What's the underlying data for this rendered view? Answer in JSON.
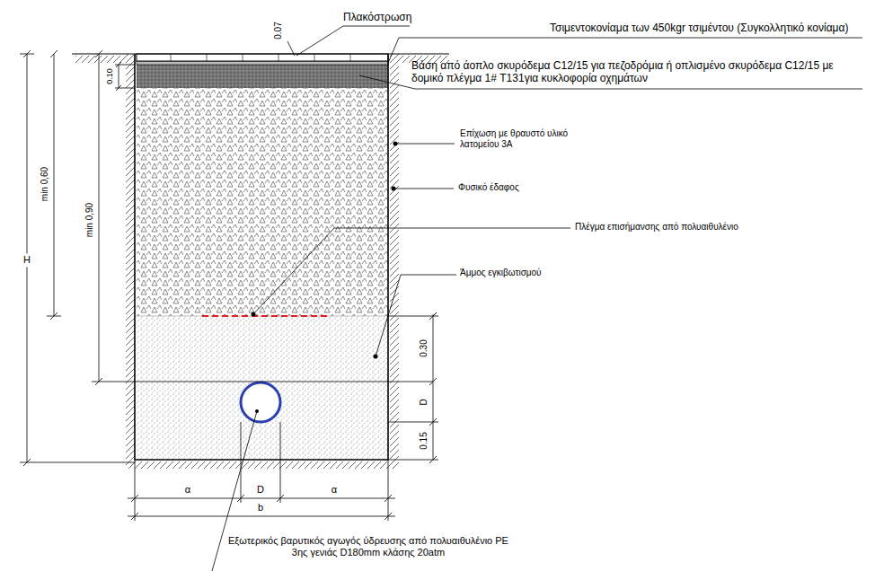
{
  "diagram": {
    "labels": [
      "Πλακόστρωση",
      "0.07",
      "Τσιμεντοκονίαμα των 450kgr τσιμέντου (Συγκολλητικό κονίαμα)",
      "Βάση από άοπλο σκυρόδεμα C12/15 για πεζοδρόμια ή οπλισμένο σκυρόδεμα C12/15 με δομικό πλέγμα 1# T131για κυκλοφορία οχημάτων",
      "0.10",
      "min 0,60",
      "min 0,90",
      "H",
      "Επίχωση με θραυστό υλικό λατομείου 3Α",
      "Φυσικό έδαφος",
      "Πλέγμα επισήμανσης από πολυαιθυλένιο",
      "Άμμος εγκιβωτισμού",
      "0.30",
      "D",
      "0.15",
      "α",
      "D",
      "α",
      "b",
      "Εξωτερικός βαρυτικός αγωγός ύδρευσης από πολυαιθυλένιο PE 3ης γενιάς D180mm κλάσης 20atm"
    ]
  }
}
